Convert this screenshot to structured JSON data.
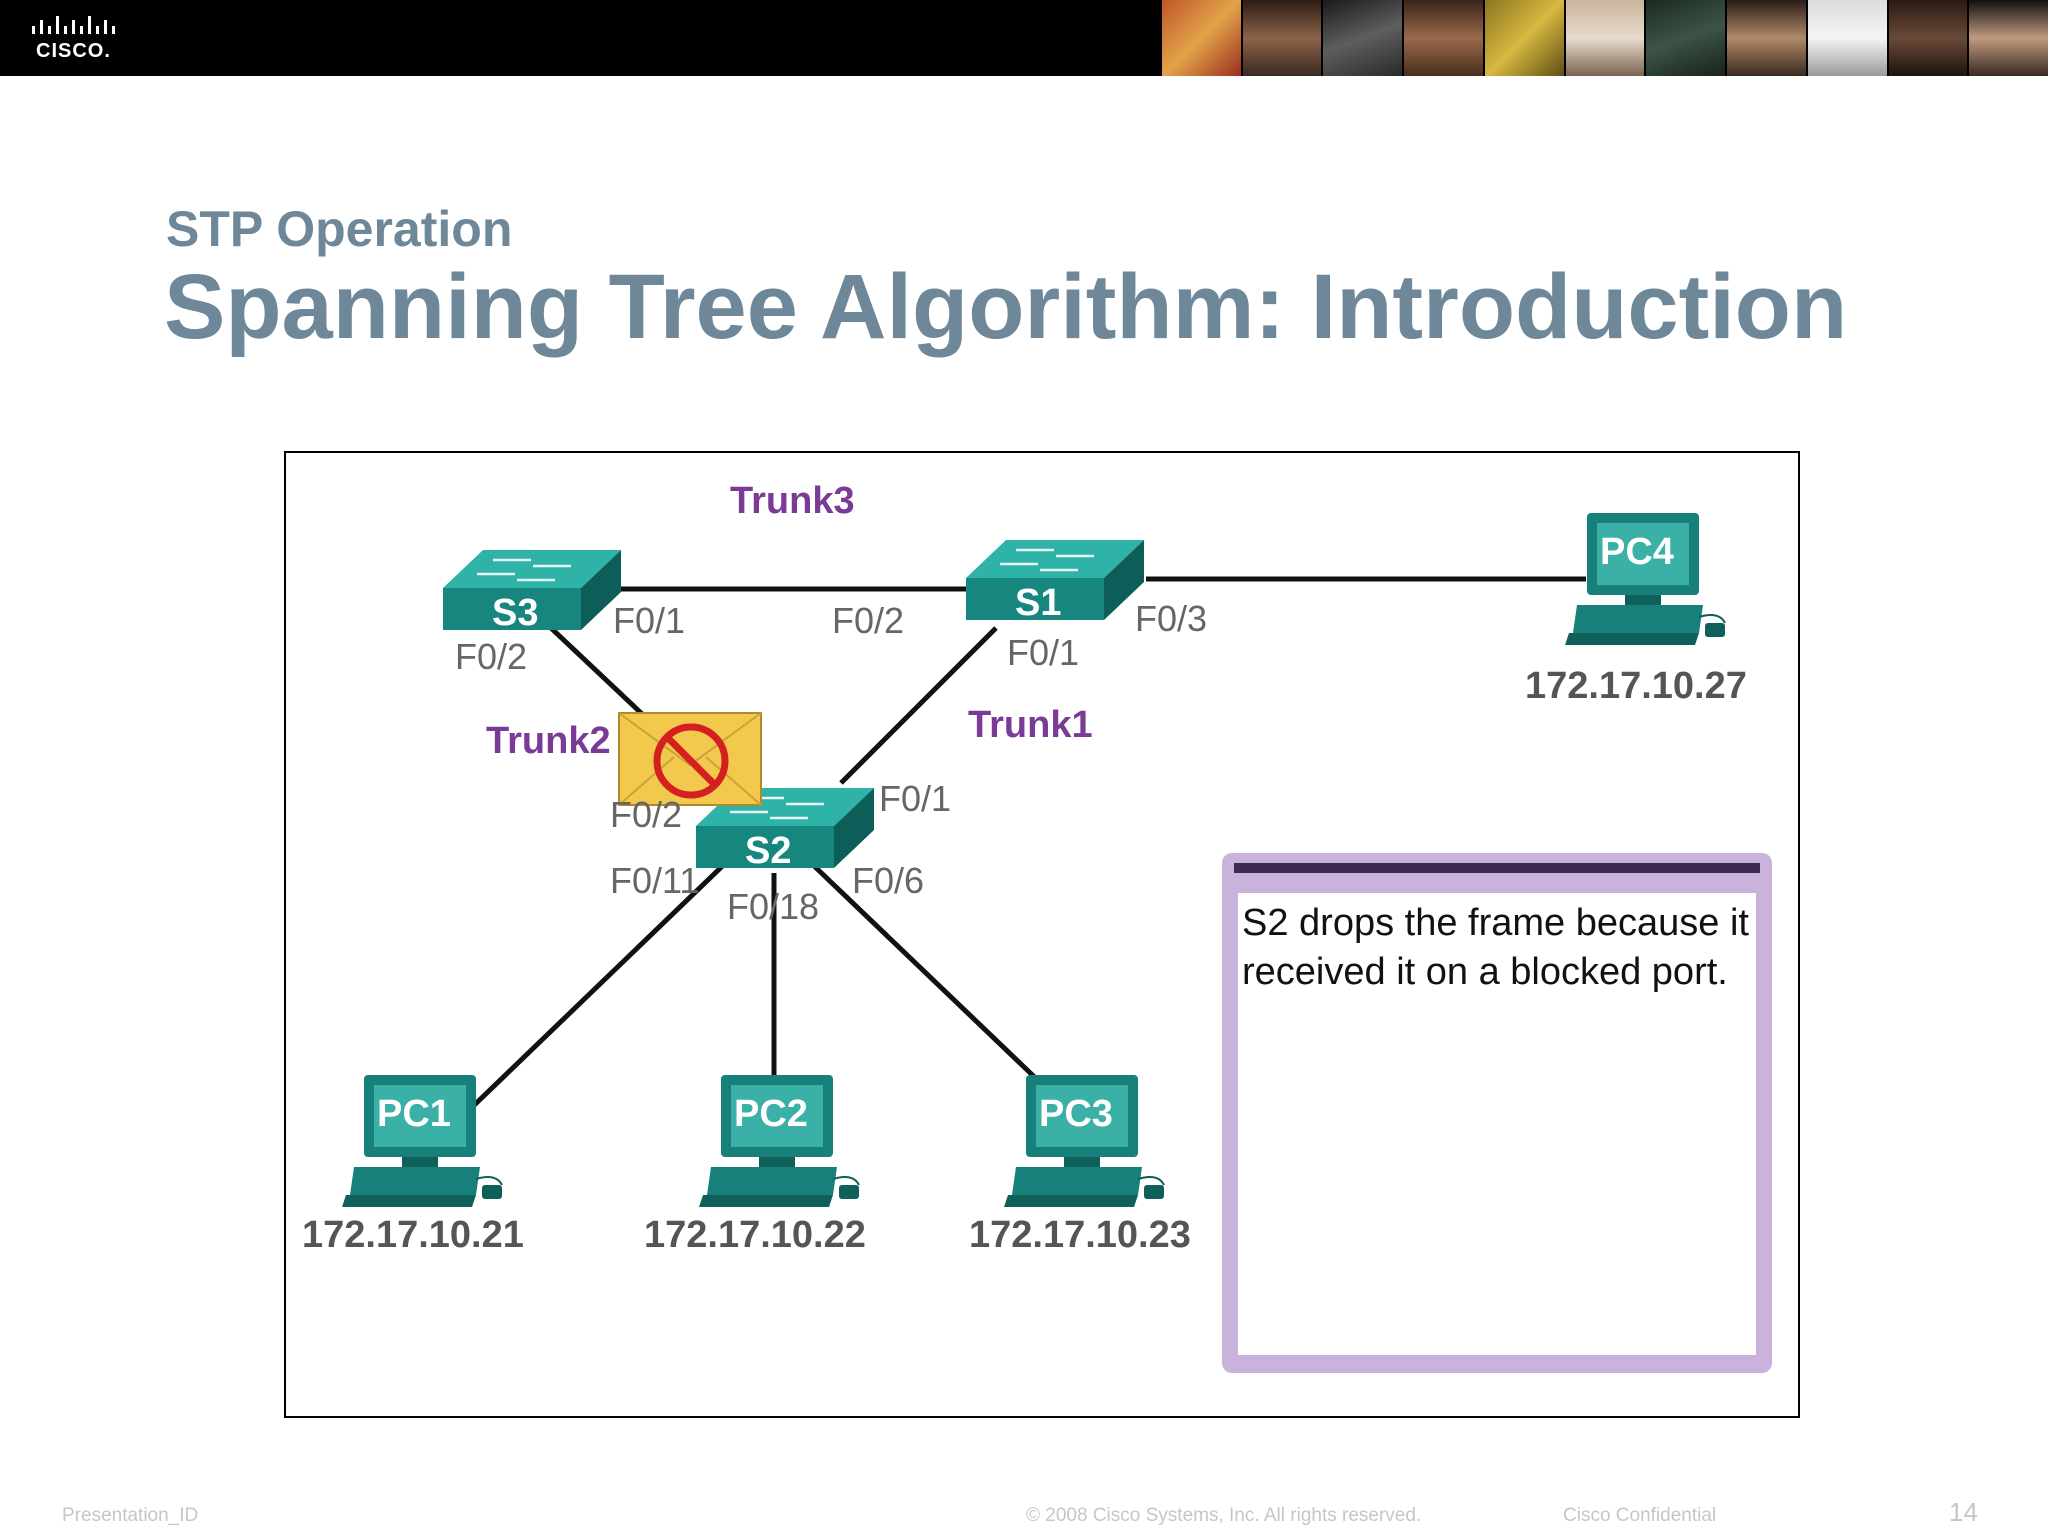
{
  "header": {
    "logo_text": "CISCO."
  },
  "slide": {
    "subtitle": "STP Operation",
    "title": "Spanning Tree Algorithm: Introduction"
  },
  "diagram": {
    "trunk_labels": {
      "trunk1": "Trunk1",
      "trunk2": "Trunk2",
      "trunk3": "Trunk3"
    },
    "switches": {
      "s1": "S1",
      "s2": "S2",
      "s3": "S3"
    },
    "pcs": {
      "pc1": {
        "label": "PC1",
        "ip": "172.17.10.21"
      },
      "pc2": {
        "label": "PC2",
        "ip": "172.17.10.22"
      },
      "pc3": {
        "label": "PC3",
        "ip": "172.17.10.23"
      },
      "pc4": {
        "label": "PC4",
        "ip": "172.17.10.27"
      }
    },
    "ports": {
      "s3_f01": "F0/1",
      "s3_f02": "F0/2",
      "s1_f02": "F0/2",
      "s1_f01": "F0/1",
      "s1_f03": "F0/3",
      "s2_f01": "F0/1",
      "s2_f02": "F0/2",
      "s2_f011": "F0/11",
      "s2_f018": "F0/18",
      "s2_f06": "F0/6"
    },
    "info_text": "S2 drops the frame because it received it on a blocked port.",
    "colors": {
      "switch": "#1a8a84",
      "pc": "#1a8a84",
      "trunk_label": "#7a3b96",
      "info_border": "#b49ac9",
      "envelope": "#f2c94c",
      "block": "#d42020"
    }
  },
  "footer": {
    "presentation_id": "Presentation_ID",
    "copyright": "© 2008 Cisco Systems, Inc. All rights reserved.",
    "confidential": "Cisco Confidential",
    "page_number": "14"
  }
}
